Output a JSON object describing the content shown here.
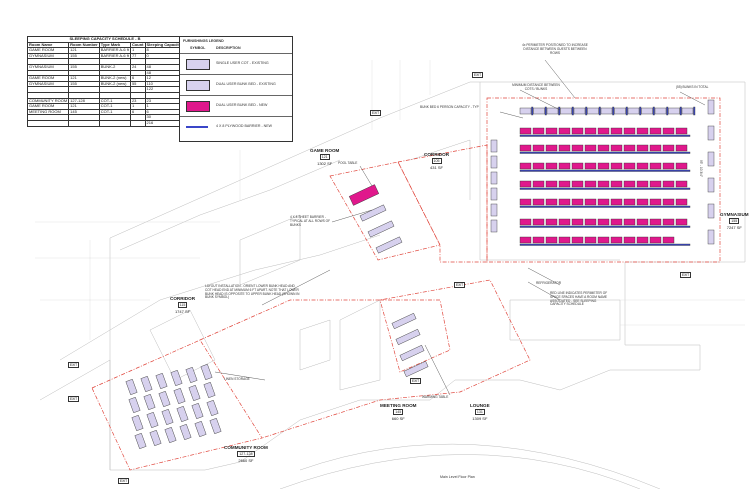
{
  "schedule": {
    "title": "SLEEPING CAPACITY SCHEDULE - B",
    "headers": [
      "Room Name",
      "Room Number",
      "Type Mark",
      "Count",
      "Sleeping Capacity"
    ],
    "rows": [
      [
        "GAME ROOM",
        "121",
        "BARRIER A-6 ft",
        "1",
        "8"
      ],
      [
        "GYMNASIUM",
        "155",
        "BARRIER A-6 ft",
        "77",
        "0"
      ],
      [
        "",
        "",
        "",
        "",
        ""
      ],
      [
        "GYMNASIUM",
        "155",
        "BUNK-2",
        "24",
        "48"
      ],
      [
        "",
        "",
        "",
        "",
        "48"
      ],
      [
        "GAME ROOM",
        "121",
        "BUNK-2 (new)",
        "6",
        "12"
      ],
      [
        "GYMNASIUM",
        "155",
        "BUNK-2 (new)",
        "55",
        "110"
      ],
      [
        "",
        "",
        "",
        "",
        "122"
      ],
      [
        "",
        "",
        "",
        "",
        ""
      ],
      [
        "COMMUNITY ROOM",
        "127-128",
        "COT-1",
        "23",
        "23"
      ],
      [
        "GAME ROOM",
        "121",
        "COT-1",
        "1",
        "1"
      ],
      [
        "MEETING ROOM",
        "145",
        "COT-1",
        "6",
        "6"
      ],
      [
        "",
        "",
        "",
        "",
        "30"
      ],
      [
        "",
        "",
        "",
        "",
        "216"
      ]
    ]
  },
  "legend": {
    "title": "FURNISHINGS LEGEND",
    "header_symbol": "SYMBOL",
    "header_description": "DESCRIPTION",
    "items": [
      {
        "description": "SINGLE USER COT - EXISTING",
        "color": "#d7d1ee"
      },
      {
        "description": "DUAL USER BUNK BED - EXISTING",
        "color": "#d7d1ee"
      },
      {
        "description": "DUAL USER BUNK BED - NEW",
        "color": "#e0188c"
      },
      {
        "description": "4 X 8 PLYWOOD BARRIER - NEW",
        "color": "#3a46c8"
      }
    ]
  },
  "rooms": {
    "game_room": {
      "name": "GAME ROOM",
      "number": "121",
      "area": "1302 SF"
    },
    "corridor_top": {
      "name": "CORRIDOR",
      "number": "105",
      "area": "431 SF"
    },
    "gymnasium": {
      "name": "GYMNASIUM",
      "number": "155",
      "area": "7247 SF"
    },
    "corridor_left": {
      "name": "CORRIDOR",
      "number": "115",
      "area": "1747 SF"
    },
    "community_room": {
      "name": "COMMUNITY ROOM",
      "number": "127-128",
      "area": "2660 SF"
    },
    "meeting_room": {
      "name": "MEETING ROOM",
      "number": "145",
      "area": "660 SF"
    },
    "lounge": {
      "name": "LOUNGE",
      "number": "131",
      "area": "1309 SF"
    }
  },
  "notes": {
    "barrier_position": "4x PERIMETER POSITIONED TO INCREASE DISTANCE BETWEEN GUESTS BETWEEN ROWS",
    "bunks_in_total": "(55) BUNKS IN TOTAL",
    "min_distance": "MINIMUM DISTANCE BETWEEN COTS / BUNKS",
    "bunk_to_bunk": "BUNK BED 6 PERSON CAPACITY - TYP",
    "pool_table": "POOL TABLE",
    "barrier_typical": "4 X 8 SHEET BARRIER - TYPICAL AT ALL ROWS OF BUNKS",
    "layout_note": "LAYOUT INSTALLATION - ORIENT LOWER BUNK HEAD AND COT HEAD END AT MINIMUM 6 FT APART. NOTE THAT LOWER BUNK HEAD IS OPPOSITE TO UPPER BUNK HEAD (SHOWN IN BUNK SYMBOL)",
    "linen_storage": "LINEN STORAGE",
    "warming_table": "WARMING TABLE",
    "refrigerator": "REFRIGERATOR",
    "red_line": "RED LINE INDICATES PERIMETER OF SPACE SPACES HAVE A ROOM NAME ASSOCIATED - SEE SLEEPING CAPACITY SCHEDULE",
    "dimension": "95' - 10 3/4\"",
    "exit": "EXIT",
    "drawing_title": "Main Level Floor Plan"
  }
}
